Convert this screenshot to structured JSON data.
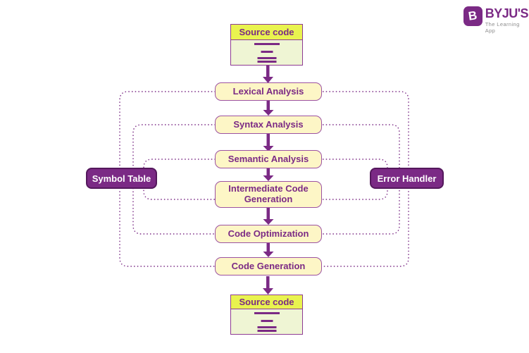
{
  "logo": {
    "brand": "BYJU'S",
    "tagline": "The Learning App",
    "icon_letter": "B"
  },
  "diagram": {
    "source_top_label": "Source code",
    "source_bottom_label": "Source code",
    "symbol_table_label": "Symbol Table",
    "error_handler_label": "Error Handler",
    "phases": [
      {
        "label": "Lexical Analysis"
      },
      {
        "label": "Syntax Analysis"
      },
      {
        "label": "Semantic Analysis"
      },
      {
        "label": "Intermediate Code Generation"
      },
      {
        "label": "Code Optimization"
      },
      {
        "label": "Code Generation"
      }
    ]
  },
  "colors": {
    "accent_purple": "#7b2a85",
    "dark_purple_border": "#54185c",
    "phase_fill": "#fdf6c6",
    "phase_border": "#9c52a1",
    "source_header_fill": "#e9f34f",
    "source_body_fill": "#eff5d4",
    "tagline_gray": "#8d8d8d",
    "background": "#ffffff"
  }
}
